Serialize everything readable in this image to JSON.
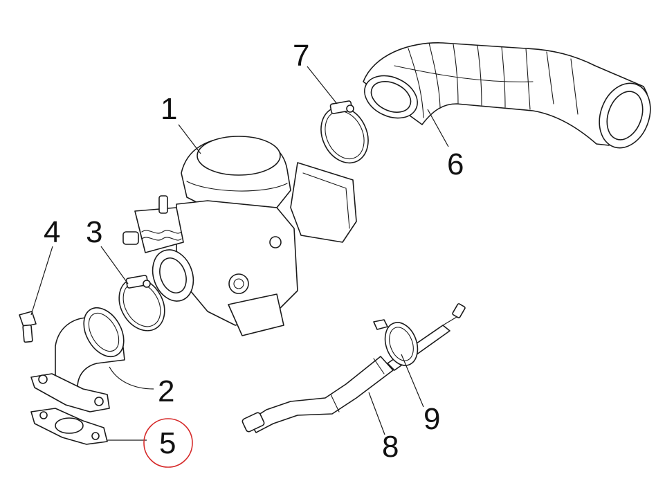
{
  "diagram": {
    "callouts": [
      "1",
      "2",
      "3",
      "4",
      "5",
      "6",
      "7",
      "8",
      "9"
    ],
    "parts": [
      "carburetor",
      "intake-manifold",
      "hose-clamp",
      "bolt",
      "gasket",
      "air-intake-hose",
      "hose-clamp",
      "breather-tube",
      "hose-clamp"
    ],
    "highlighted_callout": "5",
    "highlight_color": "#d62b2b"
  }
}
